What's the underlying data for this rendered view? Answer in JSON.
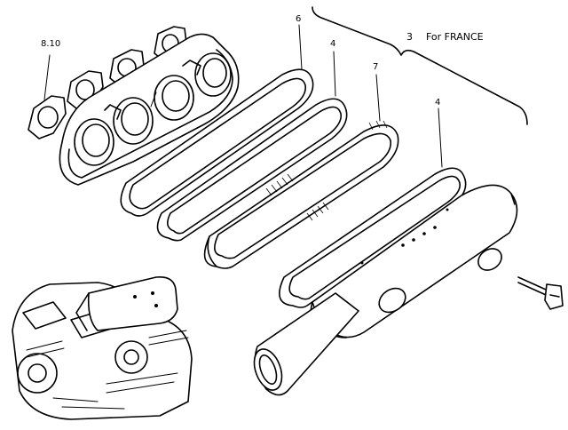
{
  "labels": {
    "part_6": "6",
    "part_4_upper": "4",
    "part_7": "7",
    "part_4_lower": "4",
    "part_8_10": "8.10",
    "part_3_group": "3",
    "for_france": "For FRANCE"
  },
  "colors": {
    "ink": "#000000",
    "paper": "#ffffff"
  }
}
